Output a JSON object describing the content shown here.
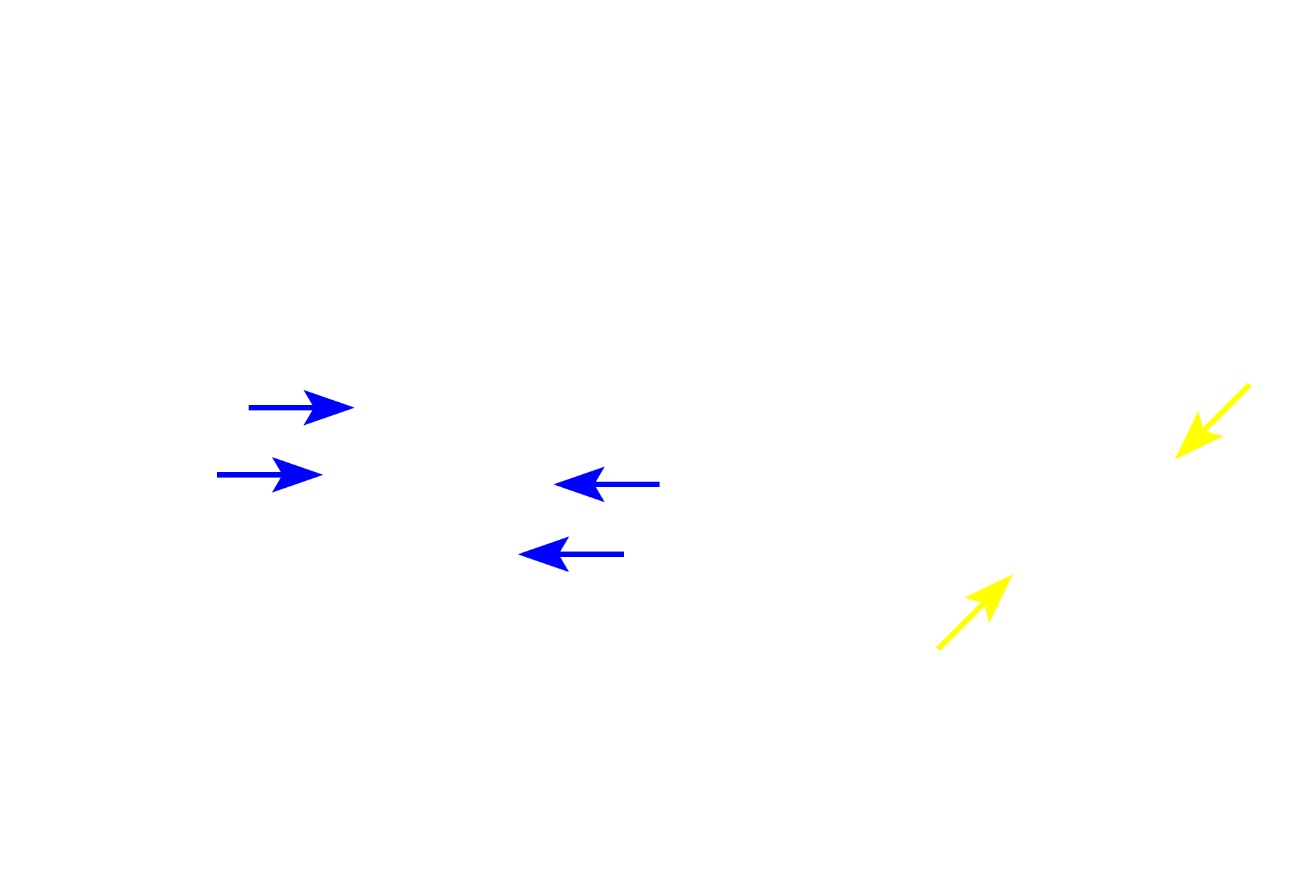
{
  "background_color": "#ffffff",
  "colors": {
    "blue": "#0000ff",
    "yellow": "#ffff00"
  },
  "arrows": [
    {
      "id": "blue-arrow-1",
      "color": "blue",
      "direction": "right",
      "icon": "arrow-right-icon"
    },
    {
      "id": "blue-arrow-2",
      "color": "blue",
      "direction": "right",
      "icon": "arrow-right-icon"
    },
    {
      "id": "blue-arrow-3",
      "color": "blue",
      "direction": "left",
      "icon": "arrow-left-icon"
    },
    {
      "id": "blue-arrow-4",
      "color": "blue",
      "direction": "left",
      "icon": "arrow-left-icon"
    },
    {
      "id": "yellow-arrow-1",
      "color": "yellow",
      "direction": "down-left",
      "icon": "arrow-down-left-icon"
    },
    {
      "id": "yellow-arrow-2",
      "color": "yellow",
      "direction": "up-right",
      "icon": "arrow-up-right-icon"
    }
  ]
}
